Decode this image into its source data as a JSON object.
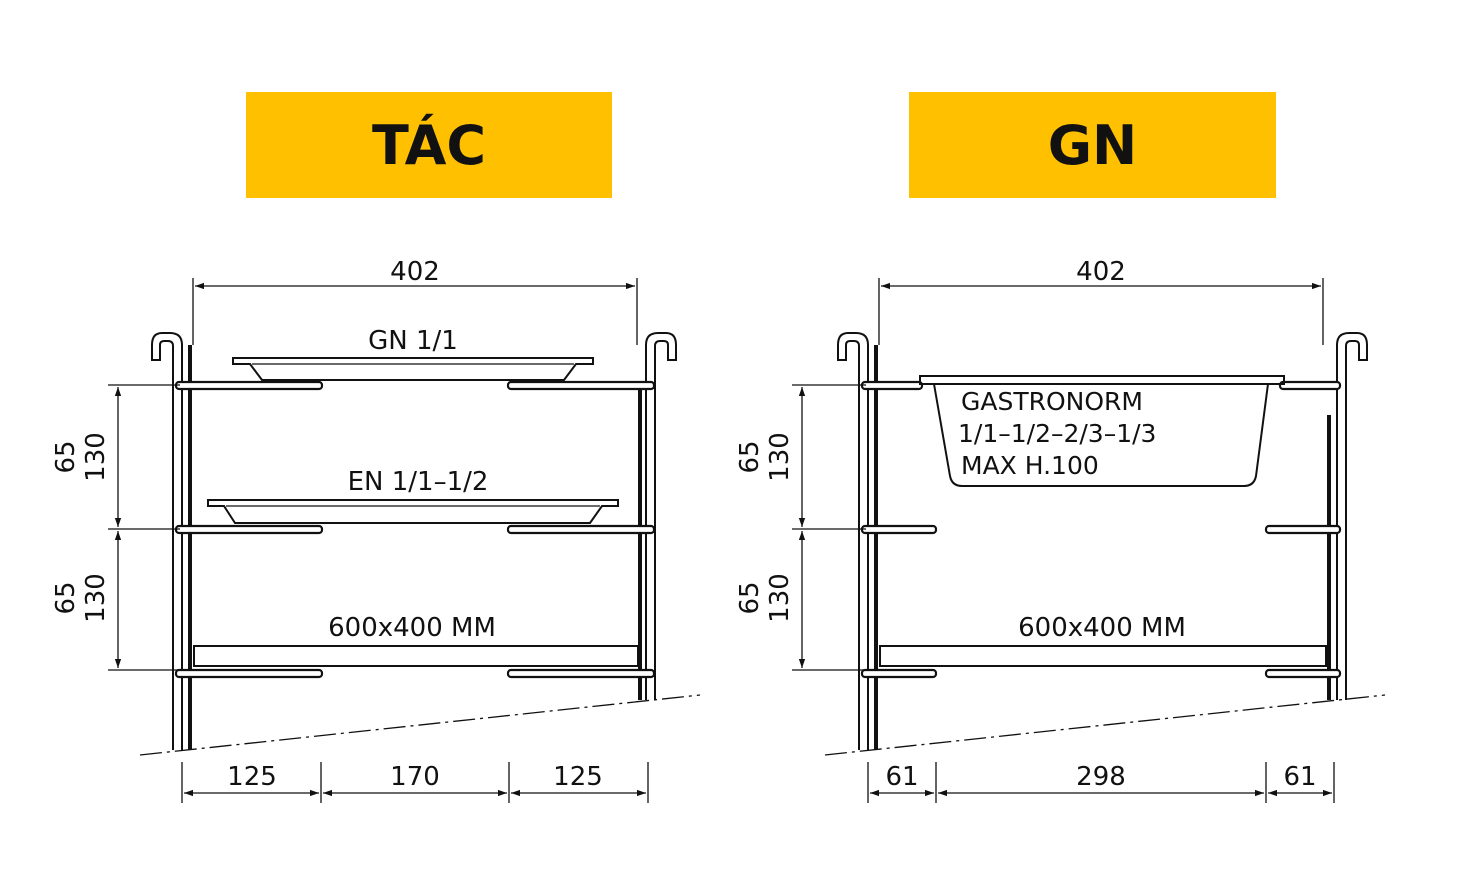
{
  "headings": {
    "left": "TÁC",
    "right": "GN"
  },
  "left_diagram": {
    "top_width": "402",
    "label_tray_1": "GN 1/1",
    "label_tray_2": "EN 1/1–1/2",
    "label_tray_3": "600x400 MM",
    "side_dims": [
      {
        "a": "65",
        "b": "130"
      },
      {
        "a": "65",
        "b": "130"
      }
    ],
    "bottom_dims": [
      "125",
      "170",
      "125"
    ]
  },
  "right_diagram": {
    "top_width": "402",
    "gastronorm_lines": [
      "GASTRONORM",
      "1/1–1/2–2/3–1/3",
      "MAX  H.100"
    ],
    "label_tray_3": "600x400 MM",
    "side_dims": [
      {
        "a": "65",
        "b": "130"
      },
      {
        "a": "65",
        "b": "130"
      }
    ],
    "bottom_dims": [
      "61",
      "298",
      "61"
    ]
  },
  "colors": {
    "banner": "#FFC000",
    "line": "#111111"
  }
}
